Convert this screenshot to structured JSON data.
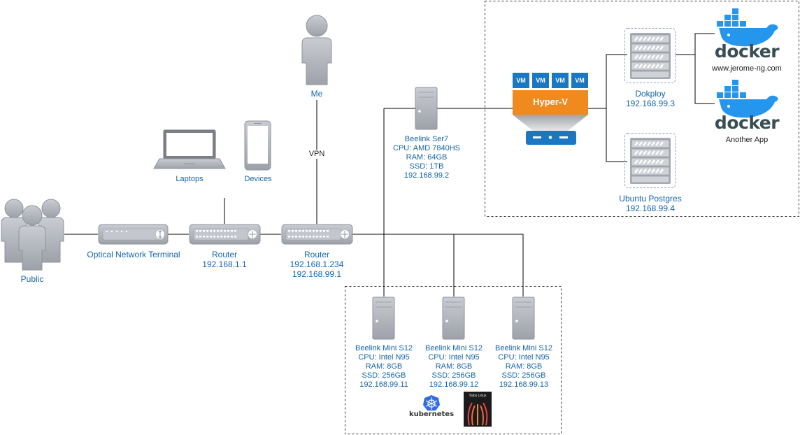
{
  "nodes": {
    "public": {
      "label": "Public"
    },
    "ont": {
      "label": "Optical Network Terminal"
    },
    "router1": {
      "label": "Router",
      "ip": "192.168.1.1"
    },
    "router2": {
      "label": "Router",
      "ip1": "192.168.1.234",
      "ip2": "192.168.99.1"
    },
    "laptops": {
      "label": "Laptops"
    },
    "devices": {
      "label": "Devices"
    },
    "me": {
      "label": "Me"
    },
    "vpn": {
      "label": "VPN"
    },
    "ser7": {
      "name": "Beelink Ser7",
      "cpu": "CPU: AMD 7840HS",
      "ram": "RAM: 64GB",
      "ssd": "SSD: 1TB",
      "ip": "192.168.99.2"
    },
    "hyperv": {
      "label": "Hyper-V",
      "vm_label": "VM"
    },
    "dokploy": {
      "label": "Dokploy",
      "ip": "192.168.99.3"
    },
    "postgres": {
      "label": "Ubuntu Postgres",
      "ip": "192.168.99.4"
    },
    "docker1": {
      "logo": "docker",
      "caption": "www.jerome-ng.com"
    },
    "docker2": {
      "logo": "docker",
      "caption": "Another App"
    },
    "mini1": {
      "name": "Beelink Mini S12",
      "cpu": "CPU: Intel N95",
      "ram": "RAM: 8GB",
      "ssd": "SSD: 256GB",
      "ip": "192.168.99.11"
    },
    "mini2": {
      "name": "Beelink Mini S12",
      "cpu": "CPU: Intel N95",
      "ram": "RAM: 8GB",
      "ssd": "SSD: 256GB",
      "ip": "192.168.99.12"
    },
    "mini3": {
      "name": "Beelink Mini S12",
      "cpu": "CPU: Intel N95",
      "ram": "RAM: 8GB",
      "ssd": "SSD: 256GB",
      "ip": "192.168.99.13"
    },
    "kubernetes": {
      "label": "kubernetes"
    },
    "talos": {
      "label": "Talos Linux"
    }
  },
  "colors": {
    "label": "#1565a8",
    "line": "#000000",
    "device_fill": "#b9bbc0",
    "device_stroke": "#8f939b",
    "hyperv_orange": "#f0891e",
    "vm_blue": "#1a78c2",
    "docker_blue": "#2496ed",
    "docker_text": "#384d54",
    "k8s_blue": "#326ce5"
  }
}
